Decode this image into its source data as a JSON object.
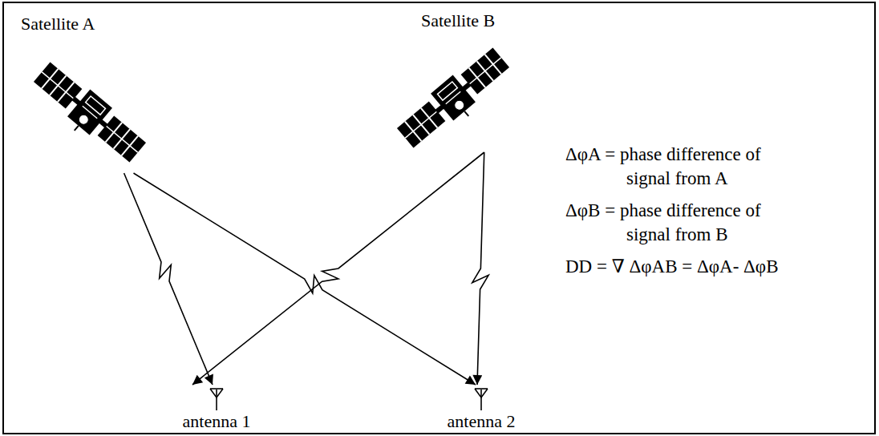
{
  "diagram": {
    "nodes": [
      {
        "text": [
          "Satellite A"
        ]
      },
      {
        "text": [
          "Satellite B"
        ]
      },
      {
        "text": [
          "antenna 1"
        ]
      },
      {
        "text": [
          "antenna 2"
        ]
      }
    ],
    "edges": [
      {
        "from": 0,
        "to": 2,
        "arrow": "to"
      },
      {
        "from": 0,
        "to": 3,
        "arrow": "to"
      },
      {
        "from": 1,
        "to": 2,
        "arrow": "to"
      },
      {
        "from": 1,
        "to": 3,
        "arrow": "to"
      }
    ],
    "labels": [
      "ΔφA = phase difference of signal from A",
      "ΔφB = phase difference of signal from B",
      "DD = ∇ ΔφAB = ΔφA- ΔφB"
    ]
  }
}
